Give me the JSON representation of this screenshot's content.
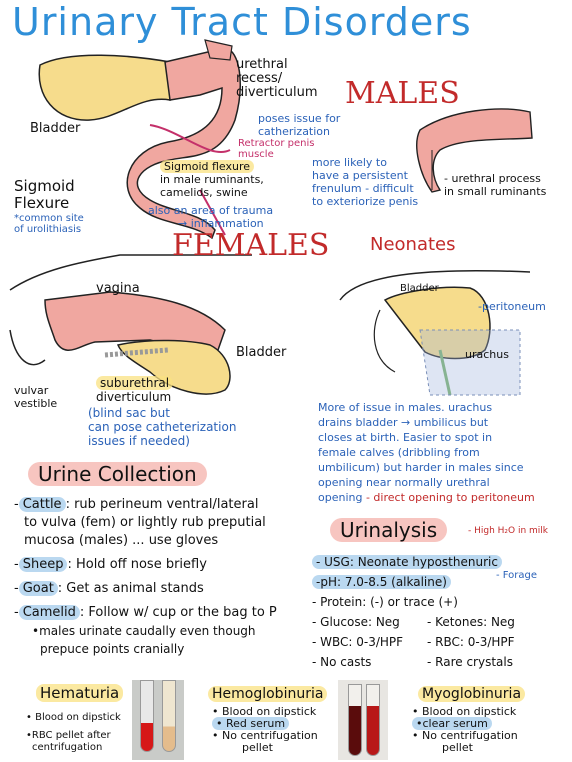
{
  "title": "Urinary Tract Disorders",
  "top_diagram": {
    "bladder": "Bladder",
    "urethral_recess": [
      "urethral",
      "recess/",
      "diverticulum"
    ],
    "poses_issue": [
      "poses issue for",
      "catherization"
    ],
    "retractor": [
      "Retractor penis",
      "muscle"
    ],
    "sigmoid_flexure": [
      "Sigmoid",
      "Flexure"
    ],
    "common_site": [
      "*common site",
      "of urolithiasis"
    ],
    "sigmoid_note": [
      "Sigmoid flexure",
      "in male ruminants,",
      "camelids, swine"
    ],
    "also_area": [
      "also an area of trauma",
      "→ inflammation"
    ]
  },
  "males": {
    "heading": "MALES",
    "frenulum_note": [
      "more likely to",
      "have a persistent",
      "frenulum - difficult",
      "to exteriorize penis"
    ],
    "urethral_process": [
      "urethral process",
      "in small ruminants"
    ]
  },
  "females": {
    "heading": "FEMALES",
    "vagina": "vagina",
    "bladder": "Bladder",
    "vulvar": [
      "vulvar",
      "vestible"
    ],
    "suburethral": [
      "suburethral",
      "diverticulum"
    ],
    "blind_sac": [
      "(blind sac but",
      "can pose catheterization",
      "issues if needed)"
    ]
  },
  "neonates": {
    "heading": "Neonates",
    "bladder": "Bladder",
    "peritoneum": "peritoneum",
    "urachus": "urachus",
    "note": [
      "More of issue in males. urachus",
      "drains bladder → umbilicus but",
      "closes at birth. Easier to spot in",
      "female calves (dribbling from",
      "umbilicum) but harder in males since",
      "opening near normally urethral",
      "opening"
    ],
    "direct_opening": "- direct opening to peritoneum"
  },
  "urine_collection": {
    "heading": "Urine Collection",
    "items": [
      {
        "label": "Cattle",
        "text": ": rub perineum ventral/lateral"
      },
      {
        "label": "",
        "text": "to vulva (fem) or lightly rub preputial"
      },
      {
        "label": "",
        "text": "mucosa (males) ... use gloves"
      },
      {
        "label": "Sheep",
        "text": ": Hold off nose briefly"
      },
      {
        "label": "Goat",
        "text": ": Get as animal stands"
      },
      {
        "label": "Camelid",
        "text": ": Follow w/ cup or the bag to P"
      },
      {
        "label": "",
        "text": "•males urinate caudally even though"
      },
      {
        "label": "",
        "text": "prepuce points cranially"
      }
    ]
  },
  "urinalysis": {
    "heading": "Urinalysis",
    "high_note": "- High H₂O in milk",
    "forage": "- Forage",
    "rows": [
      "- USG: Neonate hyposthenuric",
      "-pH: 7.0-8.5 (alkaline)",
      "- Protein: (-) or trace (+)",
      "- Glucose: Neg",
      "- WBC: 0-3/HPF",
      "- No casts"
    ],
    "rows_right": [
      "",
      "",
      "",
      "- Ketones: Neg",
      "- RBC: 0-3/HPF",
      "- Rare crystals"
    ]
  },
  "bottom": {
    "hematuria": {
      "heading": "Hematuria",
      "items": [
        "• Blood on dipstick",
        "•RBC pellet after",
        "centrifugation"
      ]
    },
    "hemoglobinuria": {
      "heading": "Hemoglobinuria",
      "items": [
        "• Blood on dipstick",
        "• Red serum",
        "• No centrifugation",
        "pellet"
      ]
    },
    "myoglobinuria": {
      "heading": "Myoglobinuria",
      "items": [
        "• Blood on dipstick",
        "•clear serum",
        "• No centrifugation",
        "pellet"
      ]
    }
  },
  "colors": {
    "title_blue": "#2f8fd8",
    "heading_red": "#c22a2a",
    "note_blue": "#2b62b8",
    "pink": "#c4306a",
    "bladder_yellow": "#f6dc8c",
    "tissue_pink": "#f0a7a0"
  }
}
